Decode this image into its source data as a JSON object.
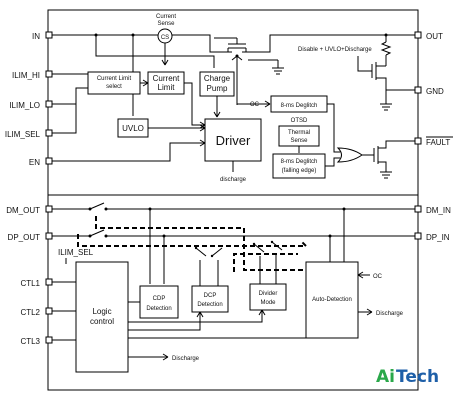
{
  "pins_left": [
    "IN",
    "ILIM_HI",
    "ILIM_LO",
    "ILIM_SEL",
    "EN",
    "DM_OUT",
    "DP_OUT",
    "CTL1",
    "CTL2",
    "CTL3"
  ],
  "pins_right": [
    "OUT",
    "GND",
    "FAULT",
    "DM_IN",
    "DP_IN"
  ],
  "blocks": {
    "current_sense": [
      "Current",
      "Sense"
    ],
    "cs": "CS",
    "current_limit_select": [
      "Current Limit",
      "select"
    ],
    "current_limit": [
      "Current",
      "Limit"
    ],
    "charge_pump": [
      "Charge",
      "Pump"
    ],
    "uvlo": "UVLO",
    "driver": "Driver",
    "discharge_driver": "discharge",
    "oc_top": "OC",
    "deglitch_top": "8-ms Deglitch",
    "otsd": "OTSD",
    "thermal_sense": [
      "Thermal",
      "Sense"
    ],
    "deglitch_fall": [
      "8-ms Deglitch",
      "(falling edge)"
    ],
    "disable_note": "Disable + UVLO+Discharge",
    "ilim_sel_label": "ILIM_SEL",
    "logic_control": [
      "Logic",
      "control"
    ],
    "cdp_detection": [
      "CDP",
      "Detection"
    ],
    "dcp_detection": [
      "DCP",
      "Detection"
    ],
    "divider_mode": [
      "Divider",
      "Mode"
    ],
    "auto_detection": "Auto-Detection",
    "oc_bottom": "OC",
    "discharge_auto": "Discharge",
    "discharge_logic": "Discharge"
  },
  "brand": {
    "ai": "Ai",
    "tech": "Tech",
    "ai_color": "#2aa84a",
    "tech_color": "#1e5fa8"
  }
}
